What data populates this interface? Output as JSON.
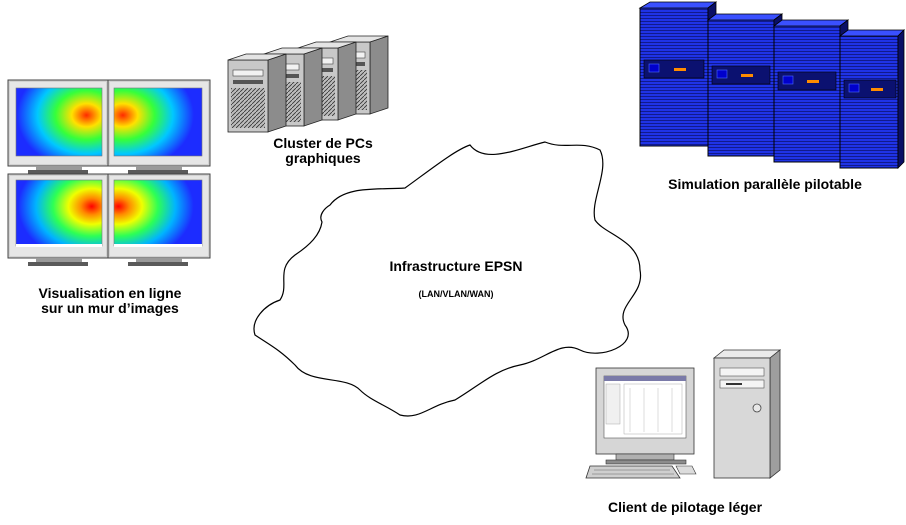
{
  "diagram": {
    "cloud": {
      "title": "Infrastructure EPSN",
      "subtitle": "(LAN/VLAN/WAN)"
    },
    "nodes": [
      {
        "id": "display-wall",
        "label_lines": [
          "Visualisation en ligne",
          "sur un mur d’images"
        ],
        "icon": "monitor-wall-icon"
      },
      {
        "id": "pc-cluster",
        "label_lines": [
          "Cluster de PCs",
          "graphiques"
        ],
        "icon": "pc-tower-cluster-icon"
      },
      {
        "id": "parallel-sim",
        "label_lines": [
          "Simulation parallèle pilotable"
        ],
        "icon": "supercomputer-rack-icon"
      },
      {
        "id": "thin-client",
        "label_lines": [
          "Client de pilotage léger"
        ],
        "icon": "desktop-computer-icon"
      }
    ]
  },
  "colors": {
    "rack_blue": "#1a2bd8",
    "rack_dark": "#0a0f66",
    "tower_gray": "#c8c8c8",
    "heat_red": "#ff1a00",
    "heat_blue": "#1c2cff"
  }
}
